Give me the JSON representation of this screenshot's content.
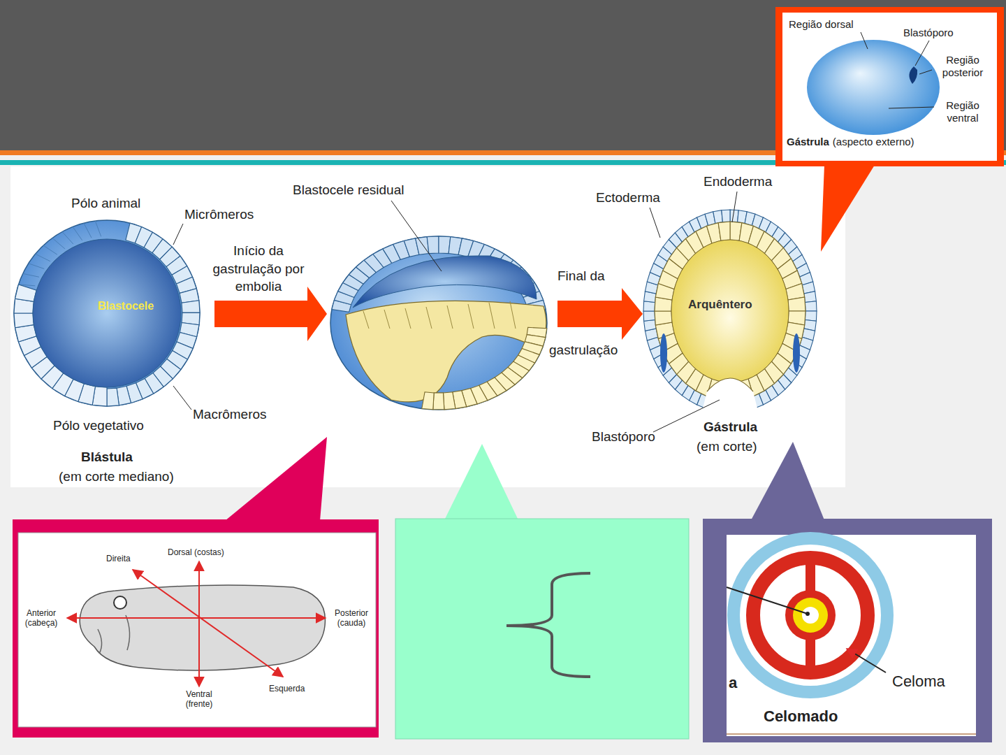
{
  "diagram": {
    "labels": [
      "Pólo animal",
      "Micrômeros",
      "Blastocele",
      "Início da gastrulação por embolia",
      "Macrômeros",
      "Pólo vegetativo",
      "Blástula",
      "(em corte mediano)",
      "Blastocele residual",
      "Final da",
      "gastrulação",
      "Ectoderma",
      "Endoderma",
      "Arquêntero",
      "Blastóporo",
      "Gástrula",
      "(em corte)",
      "Região dorsal",
      "Blastóporo",
      "Região posterior",
      "Região ventral",
      "Gástrula",
      "(aspecto externo)",
      "Direita",
      "Dorsal (costas)",
      "Anterior (cabeça)",
      "Posterior (cauda)",
      "Ventral (frente)",
      "Esquerda",
      "a",
      "Celoma",
      "Celomado"
    ]
  }
}
